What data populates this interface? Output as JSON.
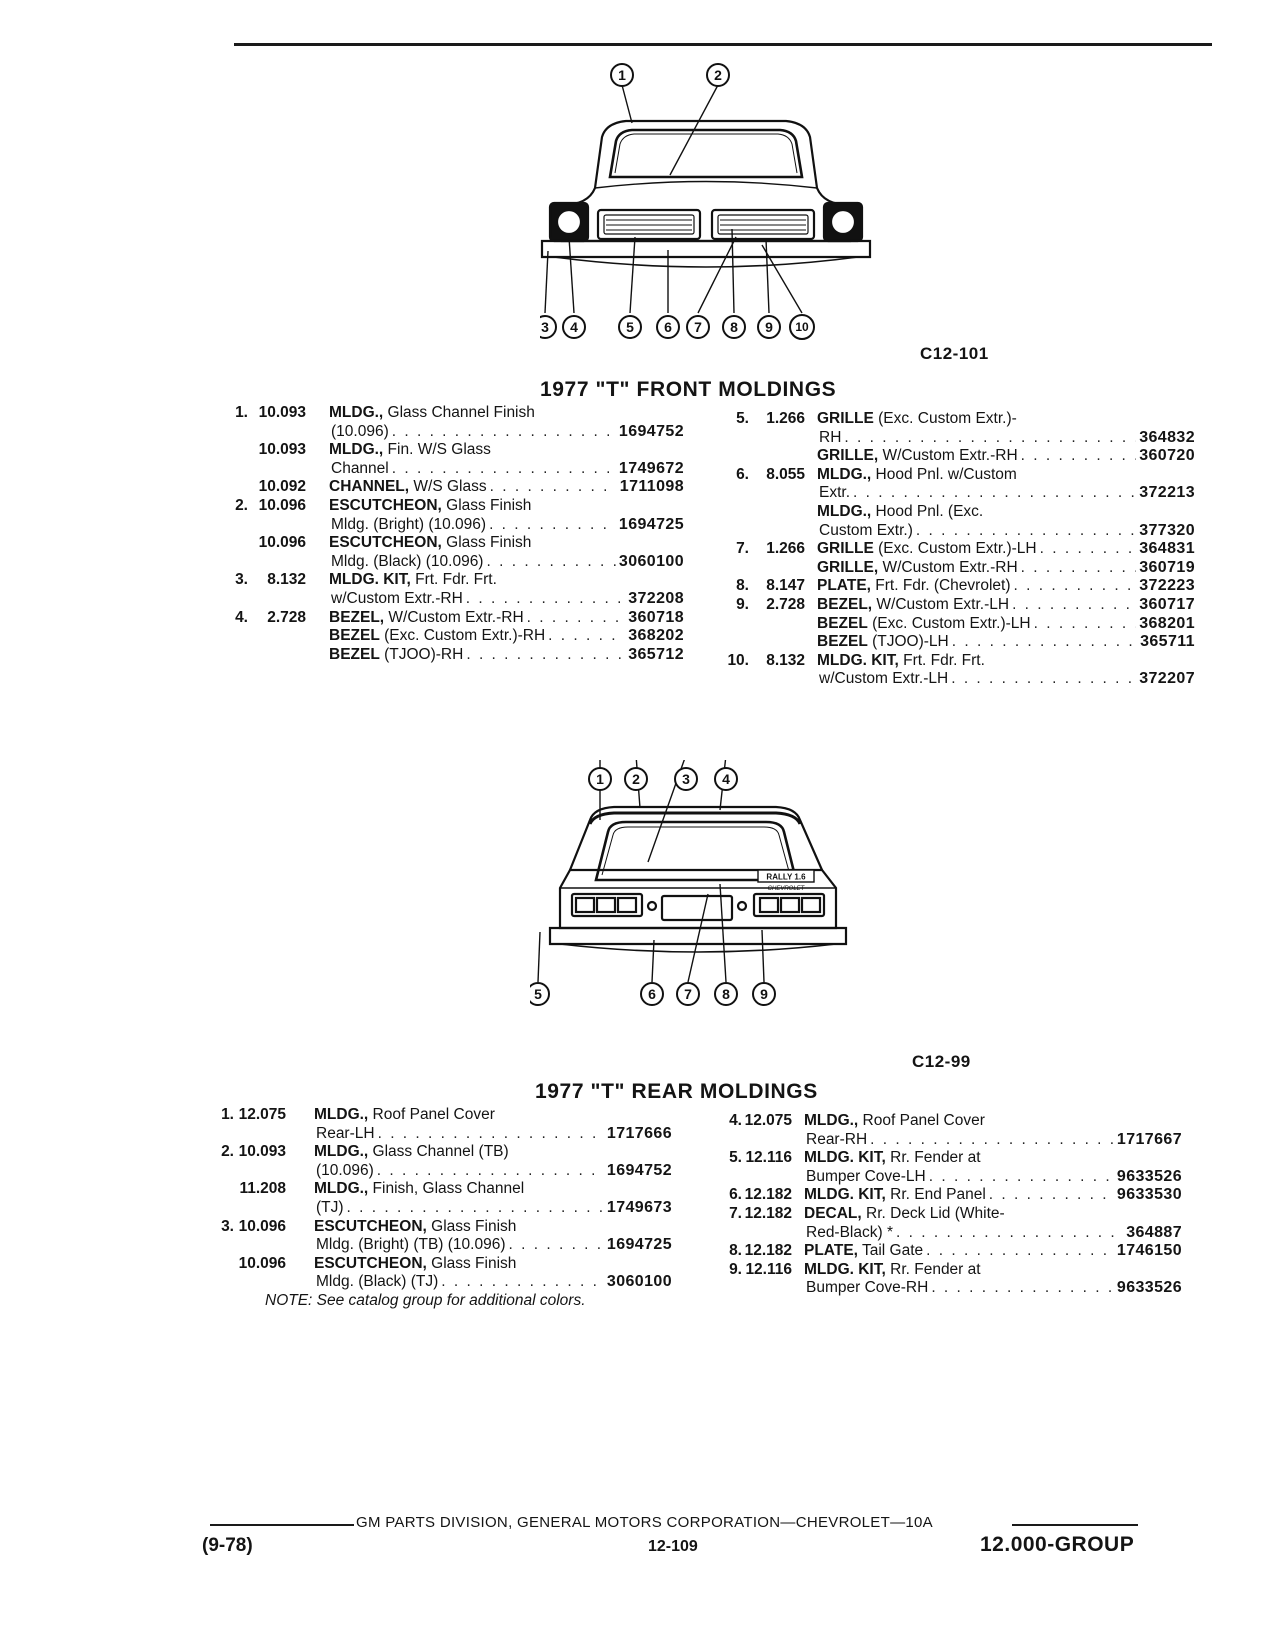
{
  "front": {
    "figure_code": "C12-101",
    "title": "1977 \"T\" FRONT MOLDINGS",
    "callouts": [
      "1",
      "2",
      "3",
      "4",
      "5",
      "6",
      "7",
      "8",
      "9",
      "10"
    ],
    "left": [
      {
        "num": "1.",
        "ref": "10.093",
        "lines": [
          {
            "name": "MLDG.,",
            "desc": " Glass Channel Finish"
          },
          {
            "desc": "(10.096)",
            "pn": "1694752"
          }
        ]
      },
      {
        "num": "",
        "ref": "10.093",
        "lines": [
          {
            "name": "MLDG.,",
            "desc": " Fin. W/S Glass"
          },
          {
            "desc": "Channel",
            "pn": "1749672"
          }
        ]
      },
      {
        "num": "",
        "ref": "10.092",
        "lines": [
          {
            "name": "CHANNEL,",
            "desc": " W/S Glass",
            "pn": "1711098"
          }
        ]
      },
      {
        "num": "2.",
        "ref": "10.096",
        "lines": [
          {
            "name": "ESCUTCHEON,",
            "desc": " Glass Finish"
          },
          {
            "desc": "Mldg. (Bright) (10.096)",
            "pn": "1694725"
          }
        ]
      },
      {
        "num": "",
        "ref": "10.096",
        "lines": [
          {
            "name": "ESCUTCHEON,",
            "desc": " Glass Finish"
          },
          {
            "desc": "Mldg. (Black) (10.096)",
            "pn": "3060100"
          }
        ]
      },
      {
        "num": "3.",
        "ref": "8.132",
        "lines": [
          {
            "name": "MLDG. KIT,",
            "desc": " Frt. Fdr. Frt."
          },
          {
            "desc": "w/Custom Extr.-RH",
            "pn": "372208"
          }
        ]
      },
      {
        "num": "4.",
        "ref": "2.728",
        "lines": [
          {
            "name": "BEZEL,",
            "desc": " W/Custom Extr.-RH",
            "pn": "360718"
          },
          {
            "name": "BEZEL",
            "desc": " (Exc. Custom Extr.)-RH",
            "pn": "368202"
          },
          {
            "name": "BEZEL",
            "desc": " (TJOO)-RH",
            "pn": "365712"
          }
        ]
      }
    ],
    "right": [
      {
        "num": "5.",
        "ref": "1.266",
        "lines": [
          {
            "name": "GRILLE",
            "desc": " (Exc. Custom Extr.)-"
          },
          {
            "desc": "RH",
            "pn": "364832"
          },
          {
            "name": "GRILLE,",
            "desc": " W/Custom Extr.-RH",
            "pn": "360720"
          }
        ]
      },
      {
        "num": "6.",
        "ref": "8.055",
        "lines": [
          {
            "name": "MLDG.,",
            "desc": " Hood Pnl. w/Custom"
          },
          {
            "desc": "Extr.",
            "pn": "372213"
          },
          {
            "name": "MLDG.,",
            "desc": " Hood Pnl. (Exc."
          },
          {
            "desc": "Custom Extr.)",
            "pn": "377320"
          }
        ]
      },
      {
        "num": "7.",
        "ref": "1.266",
        "lines": [
          {
            "name": "GRILLE",
            "desc": " (Exc. Custom Extr.)-LH",
            "pn": "364831"
          },
          {
            "name": "GRILLE,",
            "desc": " W/Custom Extr.-RH",
            "pn": "360719"
          }
        ]
      },
      {
        "num": "8.",
        "ref": "8.147",
        "lines": [
          {
            "name": "PLATE,",
            "desc": " Frt. Fdr. (Chevrolet)",
            "pn": "372223"
          }
        ]
      },
      {
        "num": "9.",
        "ref": "2.728",
        "lines": [
          {
            "name": "BEZEL,",
            "desc": " W/Custom Extr.-LH",
            "pn": "360717"
          },
          {
            "name": "BEZEL",
            "desc": " (Exc. Custom Extr.)-LH",
            "pn": "368201"
          },
          {
            "name": "BEZEL",
            "desc": " (TJOO)-LH",
            "pn": "365711"
          }
        ]
      },
      {
        "num": "10.",
        "ref": "8.132",
        "lines": [
          {
            "name": "MLDG. KIT,",
            "desc": " Frt. Fdr. Frt."
          },
          {
            "desc": "w/Custom Extr.-LH",
            "pn": "372207"
          }
        ]
      }
    ]
  },
  "rear": {
    "figure_code": "C12-99",
    "title": "1977 \"T\" REAR MOLDINGS",
    "callouts": [
      "1",
      "2",
      "3",
      "4",
      "5",
      "6",
      "7",
      "8",
      "9"
    ],
    "badge_text": "RALLY 1.6",
    "badge_sub": "CHEVROLET",
    "left": [
      {
        "num": "1.",
        "ref": "12.075",
        "lines": [
          {
            "name": "MLDG.,",
            "desc": " Roof Panel Cover"
          },
          {
            "desc": "Rear-LH",
            "pn": "1717666"
          }
        ]
      },
      {
        "num": "2.",
        "ref": "10.093",
        "lines": [
          {
            "name": "MLDG.,",
            "desc": " Glass Channel (TB)"
          },
          {
            "desc": "(10.096)",
            "pn": "1694752"
          }
        ]
      },
      {
        "num": "",
        "ref": "11.208",
        "lines": [
          {
            "name": "MLDG.,",
            "desc": " Finish, Glass Channel"
          },
          {
            "desc": "(TJ)",
            "pn": "1749673"
          }
        ]
      },
      {
        "num": "3.",
        "ref": "10.096",
        "lines": [
          {
            "name": "ESCUTCHEON,",
            "desc": " Glass Finish"
          },
          {
            "desc": "Mldg. (Bright) (TB) (10.096)",
            "pn": "1694725"
          }
        ]
      },
      {
        "num": "",
        "ref": "10.096",
        "lines": [
          {
            "name": "ESCUTCHEON,",
            "desc": " Glass Finish"
          },
          {
            "desc": "Mldg. (Black) (TJ)",
            "pn": "3060100"
          }
        ]
      }
    ],
    "note": "NOTE: See catalog group for additional colors.",
    "right": [
      {
        "num": "4.",
        "ref": "12.075",
        "lines": [
          {
            "name": "MLDG.,",
            "desc": " Roof Panel Cover"
          },
          {
            "desc": "Rear-RH",
            "pn": "1717667"
          }
        ]
      },
      {
        "num": "5.",
        "ref": "12.116",
        "lines": [
          {
            "name": "MLDG. KIT,",
            "desc": " Rr. Fender at"
          },
          {
            "desc": "Bumper Cove-LH",
            "pn": "9633526"
          }
        ]
      },
      {
        "num": "6.",
        "ref": "12.182",
        "lines": [
          {
            "name": "MLDG. KIT,",
            "desc": " Rr. End Panel",
            "pn": "9633530"
          }
        ]
      },
      {
        "num": "7.",
        "ref": "12.182",
        "lines": [
          {
            "name": "DECAL,",
            "desc": " Rr. Deck Lid (White-"
          },
          {
            "desc": "Red-Black) *",
            "pn": "364887"
          }
        ]
      },
      {
        "num": "8.",
        "ref": "12.182",
        "lines": [
          {
            "name": "PLATE,",
            "desc": " Tail Gate",
            "pn": "1746150"
          }
        ]
      },
      {
        "num": "9.",
        "ref": "12.116",
        "lines": [
          {
            "name": "MLDG. KIT,",
            "desc": " Rr. Fender at"
          },
          {
            "desc": "Bumper Cove-RH",
            "pn": "9633526"
          }
        ]
      }
    ]
  },
  "footer": {
    "publisher": "GM PARTS DIVISION, GENERAL MOTORS CORPORATION—CHEVROLET—10A",
    "date": "(9-78)",
    "page": "12-109",
    "group": "12.000-GROUP"
  }
}
